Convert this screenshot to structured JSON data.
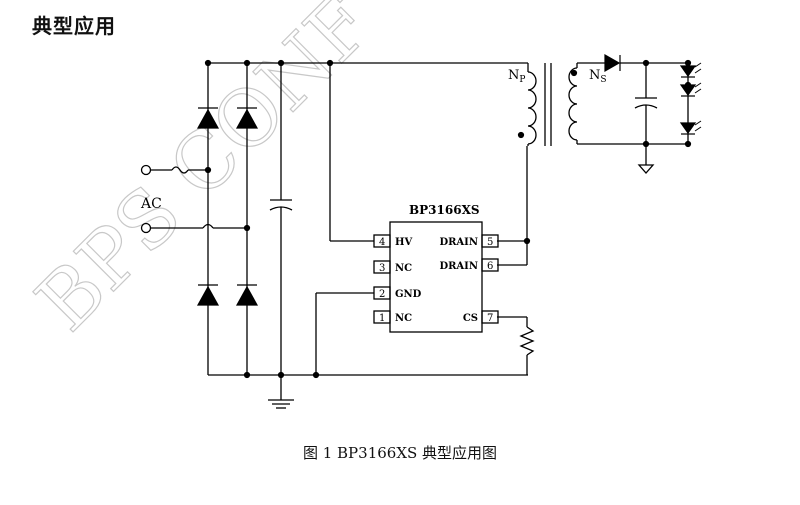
{
  "section_title": "典型应用",
  "caption": "图 1  BP3166XS 典型应用图",
  "watermark": "BPS CONF",
  "chip": {
    "name": "BP3166XS",
    "left_pins": [
      {
        "num": "4",
        "label": "HV"
      },
      {
        "num": "3",
        "label": "NC"
      },
      {
        "num": "2",
        "label": "GND"
      },
      {
        "num": "1",
        "label": "NC"
      }
    ],
    "right_pins": [
      {
        "num": "5",
        "label": "DRAIN"
      },
      {
        "num": "6",
        "label": "DRAIN"
      },
      {
        "num": "7",
        "label": "CS"
      }
    ]
  },
  "labels": {
    "ac": "AC",
    "primary": "N",
    "primary_sub": "P",
    "secondary": "N",
    "secondary_sub": "S"
  },
  "colors": {
    "line": "#000000",
    "watermark": "#c8c8c8"
  }
}
